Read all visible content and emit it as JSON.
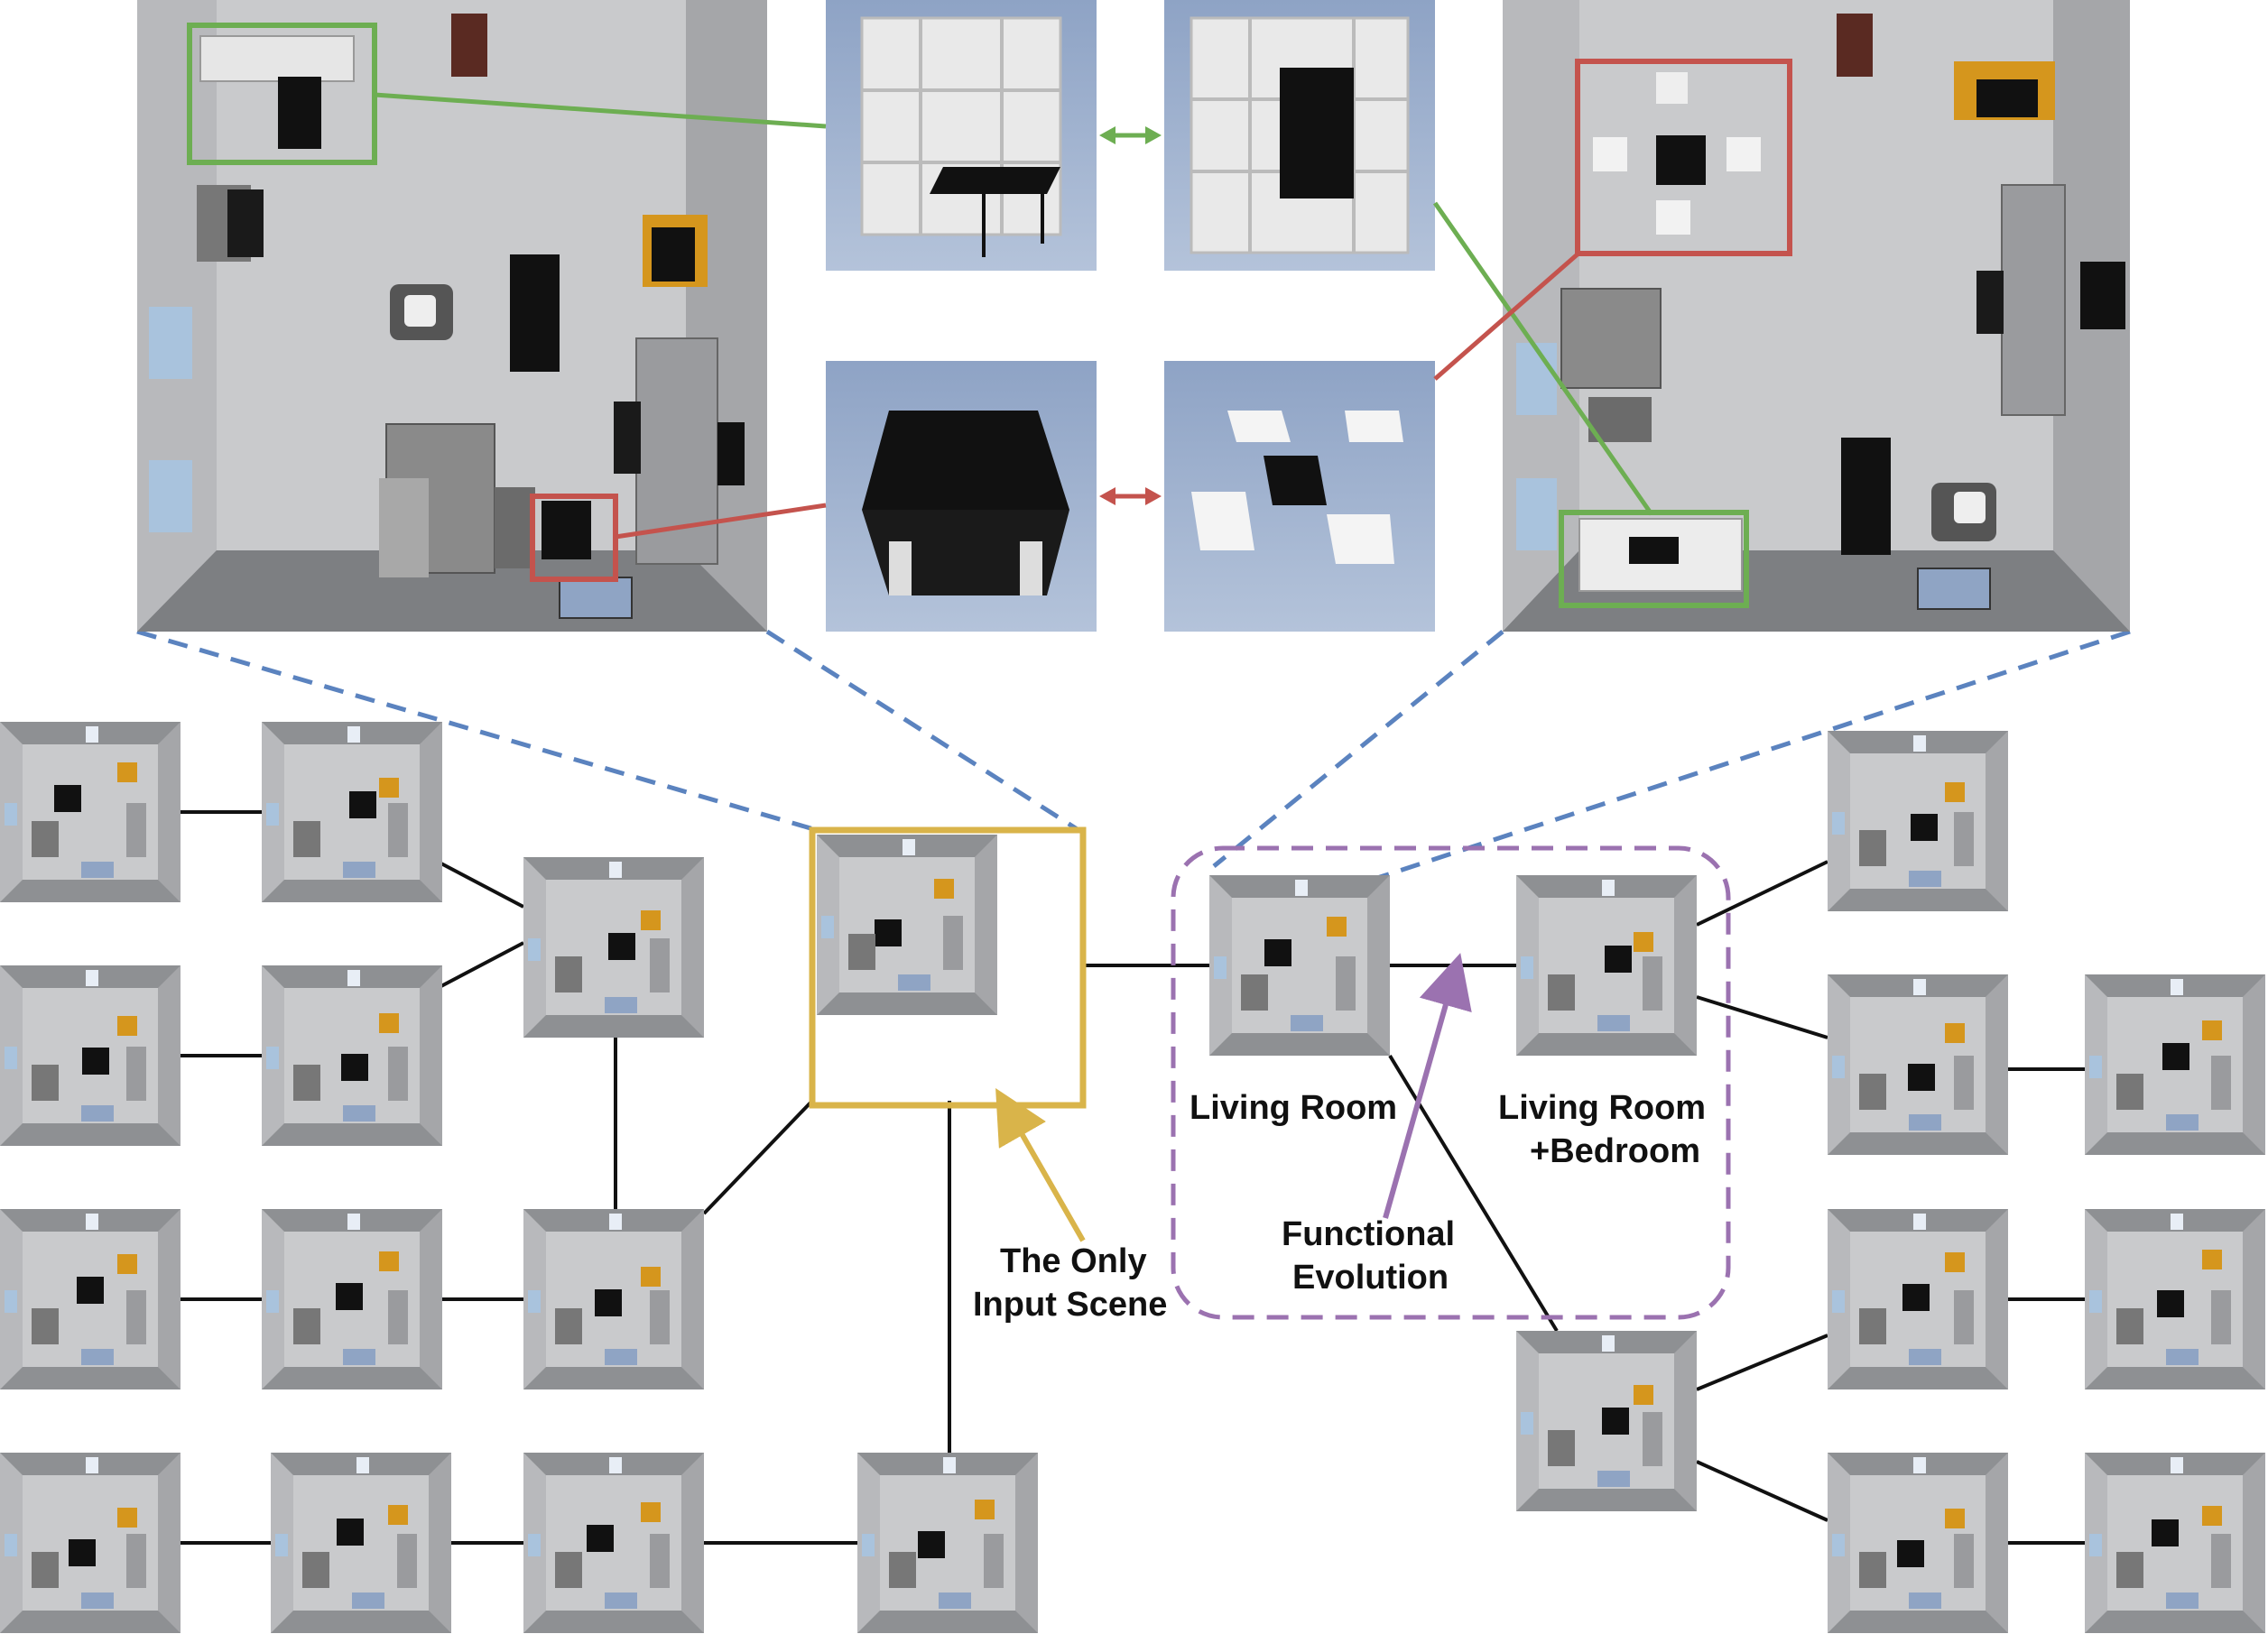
{
  "labels": {
    "living_room": "Living Room",
    "living_room_bedroom_line1": "Living Room",
    "living_room_bedroom_line2": "+Bedroom",
    "functional_evolution_line1": "Functional",
    "functional_evolution_line2": "Evolution",
    "only_input_line1": "The Only",
    "only_input_line2": "Input Scene"
  },
  "colors": {
    "background": "#ffffff",
    "room_floor": "#c9cacc",
    "room_wall": "#8e9093",
    "input_highlight": "#d9b44a",
    "evolution_group": "#9b72b0",
    "zoom_lines": "#5b83bf",
    "green_match": "#6dae52",
    "red_match": "#c4534d",
    "object_panel_bg": "#9fb2cf",
    "edges": "#111111"
  },
  "icons": {
    "green_swap": "double-arrow-icon",
    "red_swap": "double-arrow-icon"
  }
}
